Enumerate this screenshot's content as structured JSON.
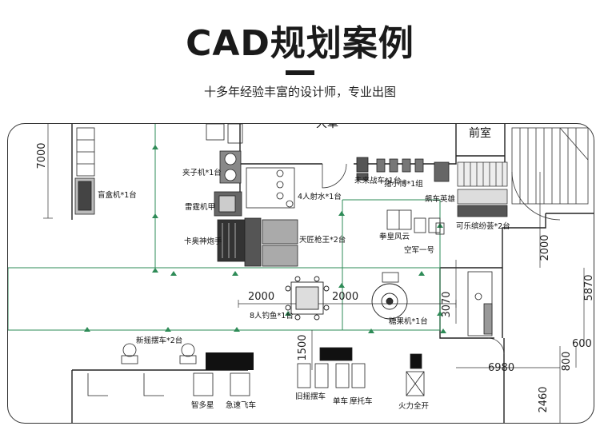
{
  "header": {
    "title": "CAD规划案例",
    "subtitle": "十多年经验丰富的设计师，专业出图"
  },
  "plan": {
    "rooms": {
      "front_room": "前室",
      "top_partial": "大車"
    },
    "dimensions": {
      "d7000": "7000",
      "d2000_left": "2000",
      "d2000_mid": "2000",
      "d2000_right": "2000",
      "d1500": "1500",
      "d3070": "3070",
      "d5870": "5870",
      "d6980": "6980",
      "d600": "600",
      "d800": "800",
      "d2460": "2460"
    },
    "machines": {
      "blind_box": "盲盒机*1台",
      "clip": "夹子机*1台",
      "thunder": "雷霆机甲",
      "kaos": "卡奥神炮手",
      "shooter4": "4人射水*1台",
      "craftsman": "天匠枪王*2台",
      "future_car": "未来战车*1台",
      "piglet": "猪小博*1组",
      "racing": "飙车英雄",
      "boxing": "拳皇风云",
      "air_force": "空军一号",
      "cola": "可乐缤纷荟*2台",
      "fishing8": "8人钓鱼*1台",
      "candy": "糖果机*1台",
      "new_rock": "新摇摆车*2台",
      "old_rock": "旧摇摆车",
      "single_car": "单车",
      "motorbike": "摩托车",
      "wisdom": "智多星",
      "speed_car": "急速飞车",
      "firepower": "火力全开"
    }
  }
}
